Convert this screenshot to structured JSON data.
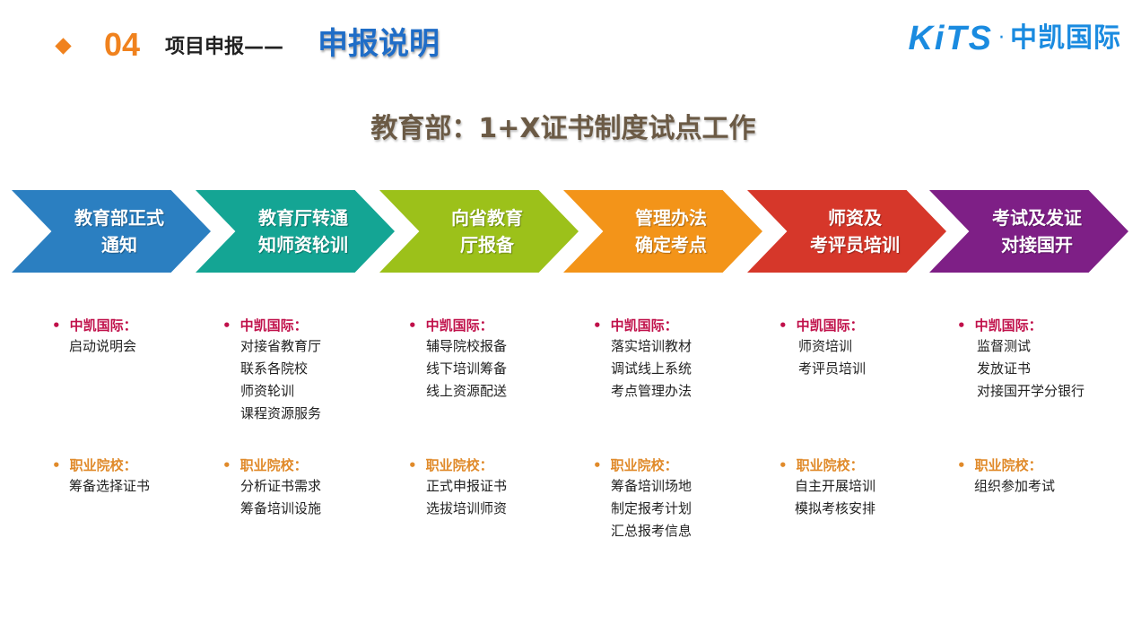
{
  "header": {
    "section_number": "04",
    "section_title": "项目申报——",
    "section_title_accent": "申报说明",
    "logo_en": "KiTS",
    "logo_dot": "·",
    "logo_cn": "中凯国际"
  },
  "main_title": "教育部：1+X证书制度试点工作",
  "colors": {
    "accent_orange": "#f0821e",
    "accent_blue": "#1f6dc7",
    "kai_label": "#c0104a",
    "school_label": "#e08a2a"
  },
  "steps": [
    {
      "label": "教育部正式\n通知",
      "color": "#2b7fc1",
      "kai_label": "中凯国际：",
      "kai_items": [
        "启动说明会"
      ],
      "school_label": "职业院校：",
      "school_items": [
        "筹备选择证书"
      ]
    },
    {
      "label": "教育厅转通\n知师资轮训",
      "color": "#14a594",
      "kai_label": "中凯国际：",
      "kai_items": [
        "对接省教育厅",
        "联系各院校",
        "师资轮训",
        "课程资源服务"
      ],
      "school_label": "职业院校：",
      "school_items": [
        "分析证书需求",
        "筹备培训设施"
      ]
    },
    {
      "label": "向省教育\n厅报备",
      "color": "#9cc11a",
      "kai_label": "中凯国际：",
      "kai_items": [
        "辅导院校报备",
        "线下培训筹备",
        "线上资源配送"
      ],
      "school_label": "职业院校：",
      "school_items": [
        "正式申报证书",
        "选拔培训师资"
      ]
    },
    {
      "label": "管理办法\n确定考点",
      "color": "#f39419",
      "kai_label": "中凯国际：",
      "kai_items": [
        "落实培训教材",
        "调试线上系统",
        "考点管理办法"
      ],
      "school_label": "职业院校：",
      "school_items": [
        "筹备培训场地",
        "制定报考计划",
        "汇总报考信息"
      ]
    },
    {
      "label": "师资及\n考评员培训",
      "color": "#d6372a",
      "kai_label": "中凯国际：",
      "kai_items": [
        "师资培训",
        "考评员培训"
      ],
      "school_label": "职业院校：",
      "school_items": [
        "自主开展培训",
        "模拟考核安排"
      ]
    },
    {
      "label": "考试及发证\n对接国开",
      "color": "#7e1f86",
      "kai_label": "中凯国际：",
      "kai_items": [
        "监督测试",
        "发放证书",
        "对接国开学分银行"
      ],
      "school_label": "职业院校：",
      "school_items": [
        "组织参加考试"
      ]
    }
  ]
}
